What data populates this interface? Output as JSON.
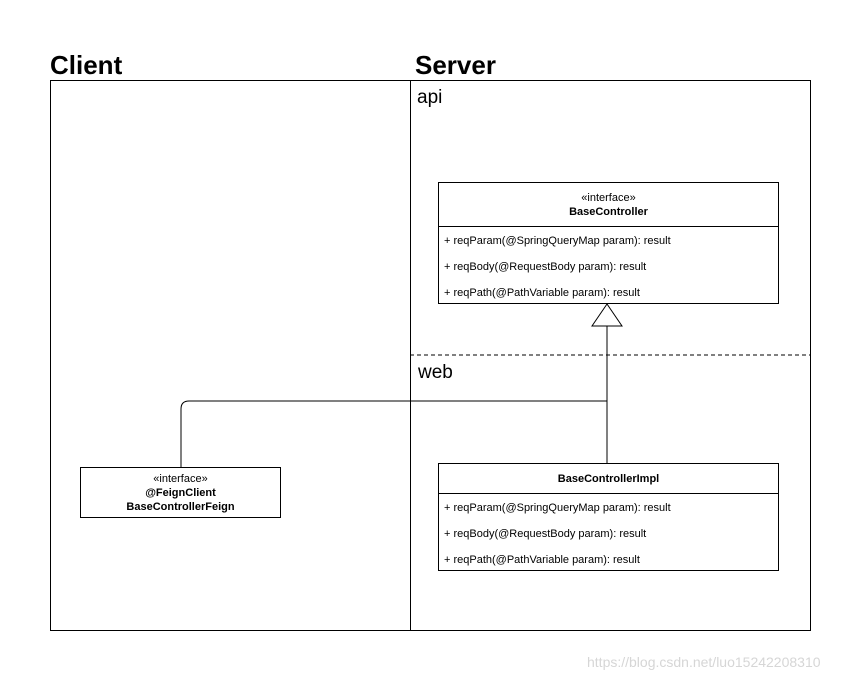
{
  "sections": {
    "client_title": "Client",
    "server_title": "Server"
  },
  "regions": {
    "api_label": "api",
    "web_label": "web"
  },
  "base_controller": {
    "stereotype": "«interface»",
    "name": "BaseController",
    "methods": [
      "+ reqParam(@SpringQueryMap param): result",
      "+ reqBody(@RequestBody param): result",
      "+ reqPath(@PathVariable param): result"
    ]
  },
  "base_controller_impl": {
    "name": "BaseControllerImpl",
    "methods": [
      "+ reqParam(@SpringQueryMap param): result",
      "+ reqBody(@RequestBody param): result",
      "+ reqPath(@PathVariable param): result"
    ]
  },
  "feign_client": {
    "stereotype": "«interface»",
    "annotation": "@FeignClient",
    "name": "BaseControllerFeign"
  },
  "watermark": "https://blog.csdn.net/luo15242208310",
  "colors": {
    "line": "#000000",
    "background": "#ffffff",
    "watermark": "#d6d6d6"
  }
}
